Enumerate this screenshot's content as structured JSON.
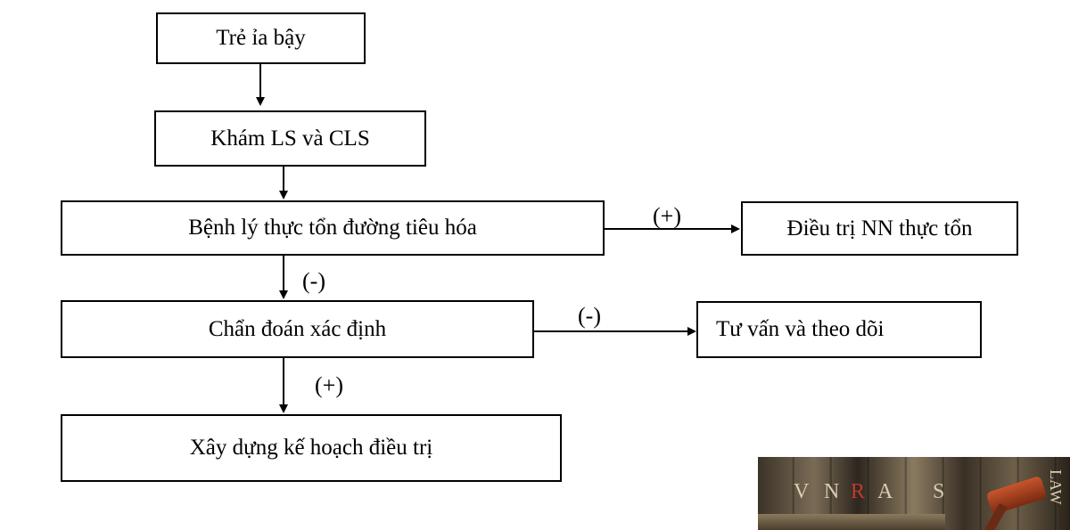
{
  "nodes": {
    "symptom": "Trẻ ỉa bậy",
    "exam": "Khám LS và CLS",
    "organic": "Bệnh lý thực tổn đường tiêu hóa",
    "treat_cause": "Điều trị NN thực tổn",
    "diagnosis": "Chẩn đoán xác định",
    "counsel": "Tư vấn và theo dõi",
    "plan": "Xây dựng kế hoạch điều trị"
  },
  "edge_labels": {
    "organic_positive": "(+)",
    "organic_negative": "(-)",
    "diagnosis_negative": "(-)",
    "diagnosis_positive": "(+)"
  },
  "logo": {
    "letters": [
      "V",
      "N",
      "R",
      "A",
      "S"
    ],
    "side_text": "LAW",
    "accent_letter_color": "#c0392b",
    "letter_color": "#d8ccb0"
  }
}
